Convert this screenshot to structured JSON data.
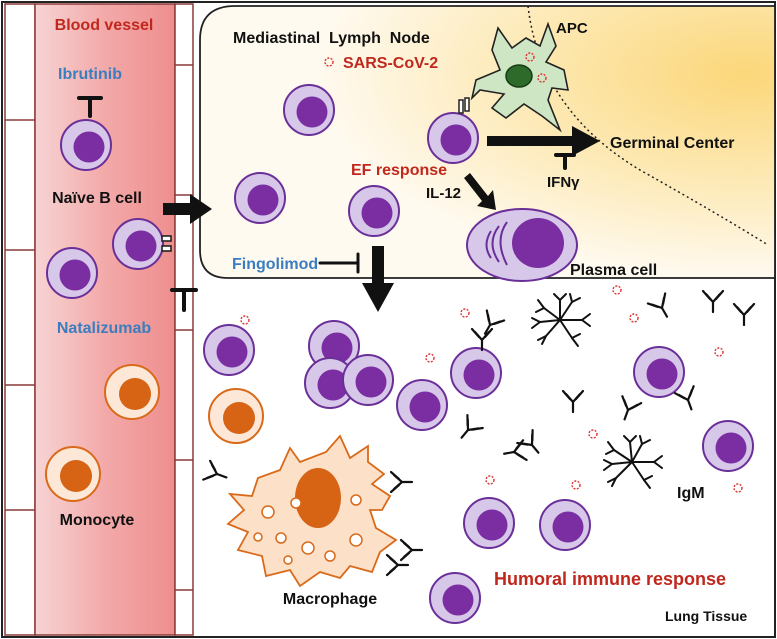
{
  "labels": {
    "blood_vessel": "Blood vessel",
    "ibrutinib": "Ibrutinib",
    "naive_b_cell": "Naïve B cell",
    "natalizumab": "Natalizumab",
    "monocyte": "Monocyte",
    "mediastinal_lymph_node": "Mediastinal  Lymph  Node",
    "sars_cov_2": "SARS-CoV-2",
    "apc": "APC",
    "germinal_center": "Germinal Center",
    "ifn_gamma": "IFNγ",
    "ef_response": "EF response",
    "il_12": "IL-12",
    "fingolimod": "Fingolimod",
    "plasma_cell": "Plasma cell",
    "igm": "IgM",
    "macrophage": "Macrophage",
    "humoral_immune_response": "Humoral immune response",
    "lung_tissue": "Lung Tissue"
  },
  "colors": {
    "drug_blue": "#3a7ebf",
    "highlight_red": "#c0281e",
    "vessel_pink": "#f5b5b5",
    "node_yellow": "#fcd77a",
    "b_cell_outer": "#d7c8ea",
    "b_cell_nucleus": "#7b2ea2",
    "monocyte_orange": "#d96a1a",
    "apc_green": "#cfe6c4"
  }
}
